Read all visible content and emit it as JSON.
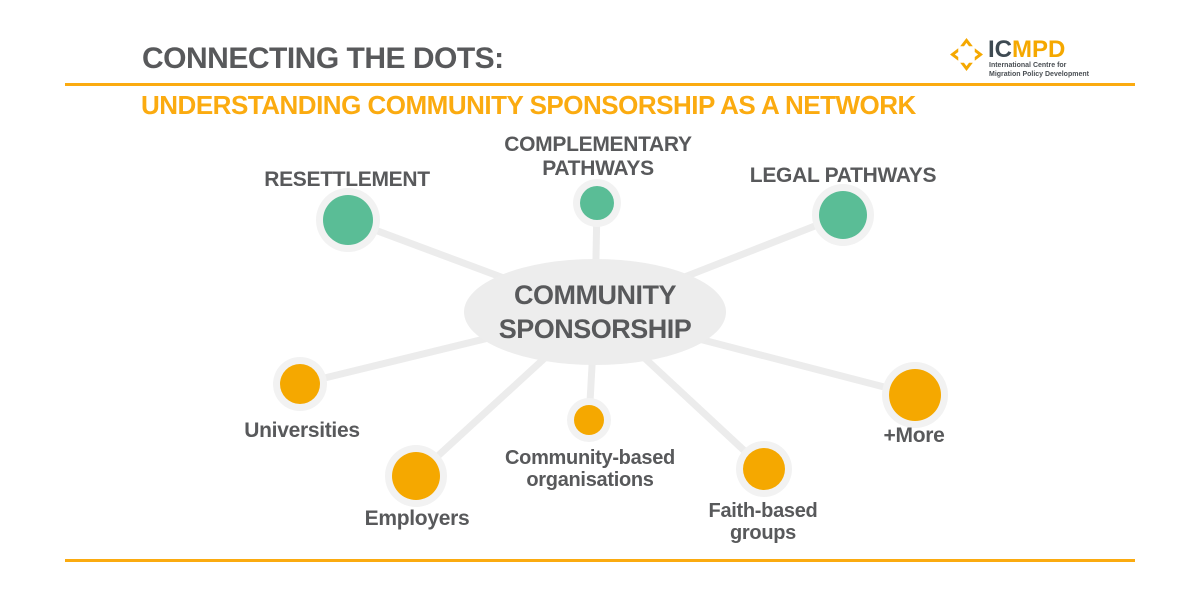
{
  "header": {
    "title": "CONNECTING THE DOTS:",
    "subtitle": "UNDERSTANDING COMMUNITY SPONSORSHIP AS A NETWORK"
  },
  "logo": {
    "icon": "icmpd-compass-icon",
    "wordmark_dark": "IC",
    "wordmark_accent": "MPD",
    "tagline_line1": "International Centre for",
    "tagline_line2": "Migration Policy Development"
  },
  "diagram": {
    "center": {
      "line1": "COMMUNITY",
      "line2": "SPONSORSHIP"
    },
    "nodes": [
      {
        "id": "resettlement",
        "label1": "RESETTLEMENT",
        "label2": "",
        "group": "pathway-type",
        "color": "#5ABD96"
      },
      {
        "id": "complementary",
        "label1": "COMPLEMENTARY",
        "label2": "PATHWAYS",
        "group": "pathway-type",
        "color": "#5ABD96"
      },
      {
        "id": "legal-pathways",
        "label1": "LEGAL PATHWAYS",
        "label2": "",
        "group": "pathway-type",
        "color": "#5ABD96"
      },
      {
        "id": "universities",
        "label1": "Universities",
        "label2": "",
        "group": "sponsor-actor",
        "color": "#F5A800"
      },
      {
        "id": "employers",
        "label1": "Employers",
        "label2": "",
        "group": "sponsor-actor",
        "color": "#F5A800"
      },
      {
        "id": "community-based",
        "label1": "Community-based",
        "label2": "organisations",
        "group": "sponsor-actor",
        "color": "#F5A800"
      },
      {
        "id": "faith-based",
        "label1": "Faith-based",
        "label2": "groups",
        "group": "sponsor-actor",
        "color": "#F5A800"
      },
      {
        "id": "more",
        "label1": "+More",
        "label2": "",
        "group": "sponsor-actor",
        "color": "#F5A800"
      }
    ]
  },
  "colors": {
    "green_node": "#5ABD96",
    "orange_node": "#F5A800",
    "node_halo": "#F2F2F2",
    "connector_line": "#ECECEC",
    "center_ellipse": "#EDEDED",
    "text_gray": "#58595B",
    "accent_orange": "#FBAB10"
  }
}
